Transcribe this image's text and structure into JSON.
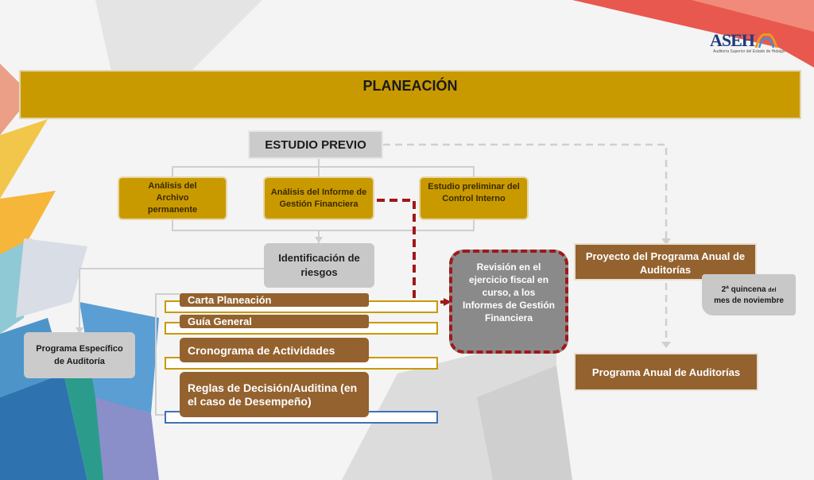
{
  "logo": {
    "name": "ASEH",
    "subtitle": "Auditoría Superior del Estado de Hidalgo"
  },
  "banner": {
    "title": "PLANEACIÓN"
  },
  "estudio_previo": "ESTUDIO PREVIO",
  "analisis": [
    "Análisis del Archivo permanente",
    "Análisis del Informe de Gestión Financiera",
    "Estudio preliminar del Control Interno"
  ],
  "identificacion": "Identificación de riesgos",
  "programa_especifico": "Programa Específico de Auditoría",
  "list_items": [
    "Carta Planeación",
    "Guía General",
    "Cronograma de Actividades",
    "Reglas de Decisión/Auditina (en el caso de Desempeño)"
  ],
  "revision": "Revisión en el ejercicio fiscal en curso, a los Informes de Gestión Financiera",
  "proyecto": "Proyecto del Programa Anual de Auditorías",
  "quincena": {
    "main": "2ª quincena",
    "small": "del",
    "line2": "mes de noviembre"
  },
  "programa_anual": "Programa Anual de Auditorías",
  "colors": {
    "gold": "#c99a00",
    "brown": "#94622f",
    "grey": "#c8c8c8",
    "red_dash": "#a01818"
  }
}
